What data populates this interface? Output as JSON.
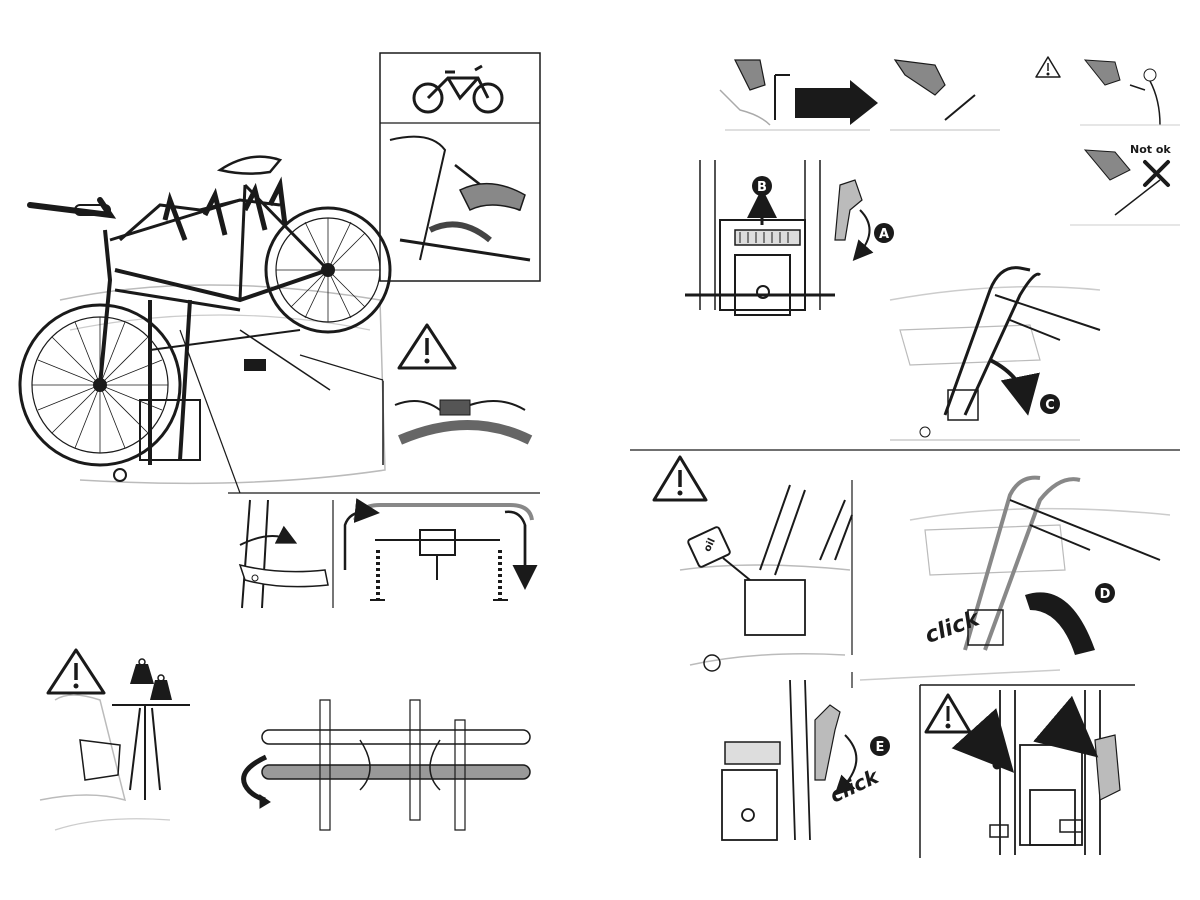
{
  "steps": {
    "a": "A",
    "b": "B",
    "c": "C",
    "d": "D",
    "e": "E"
  },
  "labels": {
    "not_ok": "Not ok",
    "click_d": "click",
    "click_e": "click"
  },
  "oil_can_text": "oil"
}
